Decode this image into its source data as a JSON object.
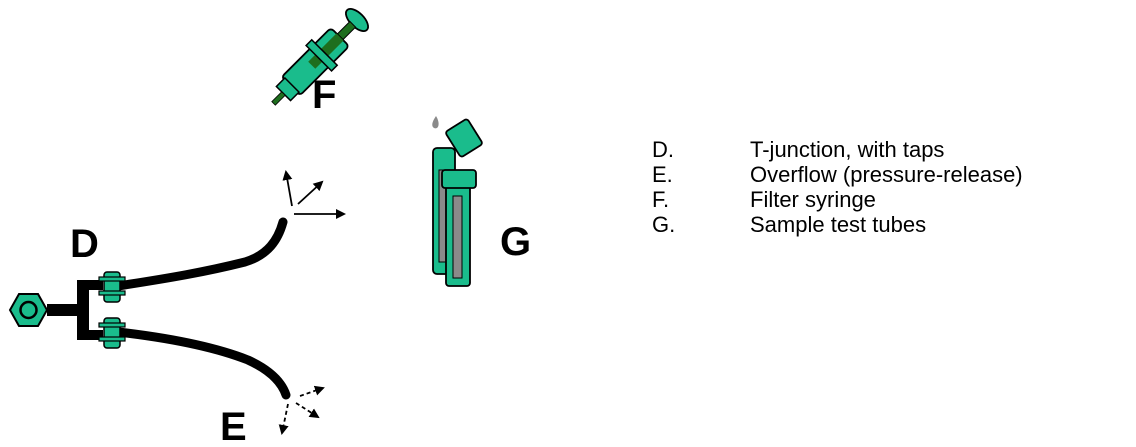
{
  "colors": {
    "teal": "#1ABC8C",
    "dark_green": "#1E6E1E",
    "gray": "#8A8A8A",
    "black": "#000000"
  },
  "labels": {
    "d": "D",
    "e": "E",
    "f": "F",
    "g": "G"
  },
  "legend": [
    {
      "key": "D.",
      "text": "T-junction, with taps"
    },
    {
      "key": "E.",
      "text": "Overflow (pressure-release)"
    },
    {
      "key": "F.",
      "text": "Filter syringe"
    },
    {
      "key": "G.",
      "text": "Sample test tubes"
    }
  ]
}
